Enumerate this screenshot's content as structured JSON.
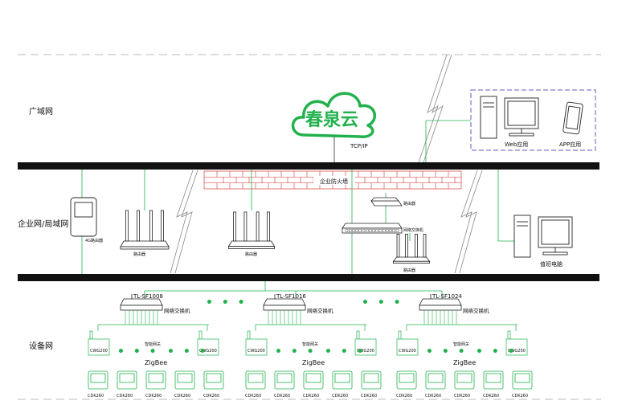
{
  "zones": {
    "wan": "广域网",
    "lan": "企业网/局域网",
    "device": "设备网"
  },
  "cloud": {
    "title": "春泉云",
    "protocol": "TCP/IP"
  },
  "clients": {
    "web": "Web应用",
    "app": "APP应用"
  },
  "firewall": "企业防火墙",
  "lan_devices": {
    "router_4g": "4G路由器",
    "router_a": "路由器",
    "router_b": "路由器",
    "router_c": "路由器",
    "router_d": "路由器",
    "switch_top": "网络交换机",
    "duty_pc": "值班电脑"
  },
  "switches": [
    {
      "model": "TL-SF1008",
      "label": "网络交换机"
    },
    {
      "model": "TL-SF1016",
      "label": "网络交换机"
    },
    {
      "model": "TL-SF1024",
      "label": "网络交换机"
    }
  ],
  "gateway_groups": [
    {
      "left": "CWG200",
      "middle": "智能网关",
      "right": "CWG200",
      "protocol": "ZigBee"
    },
    {
      "left": "CWG200",
      "middle": "智能网关",
      "right": "CWG200",
      "protocol": "ZigBee"
    },
    {
      "left": "CWG200",
      "middle": "智能网关",
      "right": "CWG200",
      "protocol": "ZigBee"
    }
  ],
  "ellipsis": "• • •",
  "terminal_label": "CDK260",
  "colors": {
    "accent": "#22b14c",
    "bus": "#111111",
    "firewall": "#d9534f",
    "client_frame": "#6a5acd"
  }
}
